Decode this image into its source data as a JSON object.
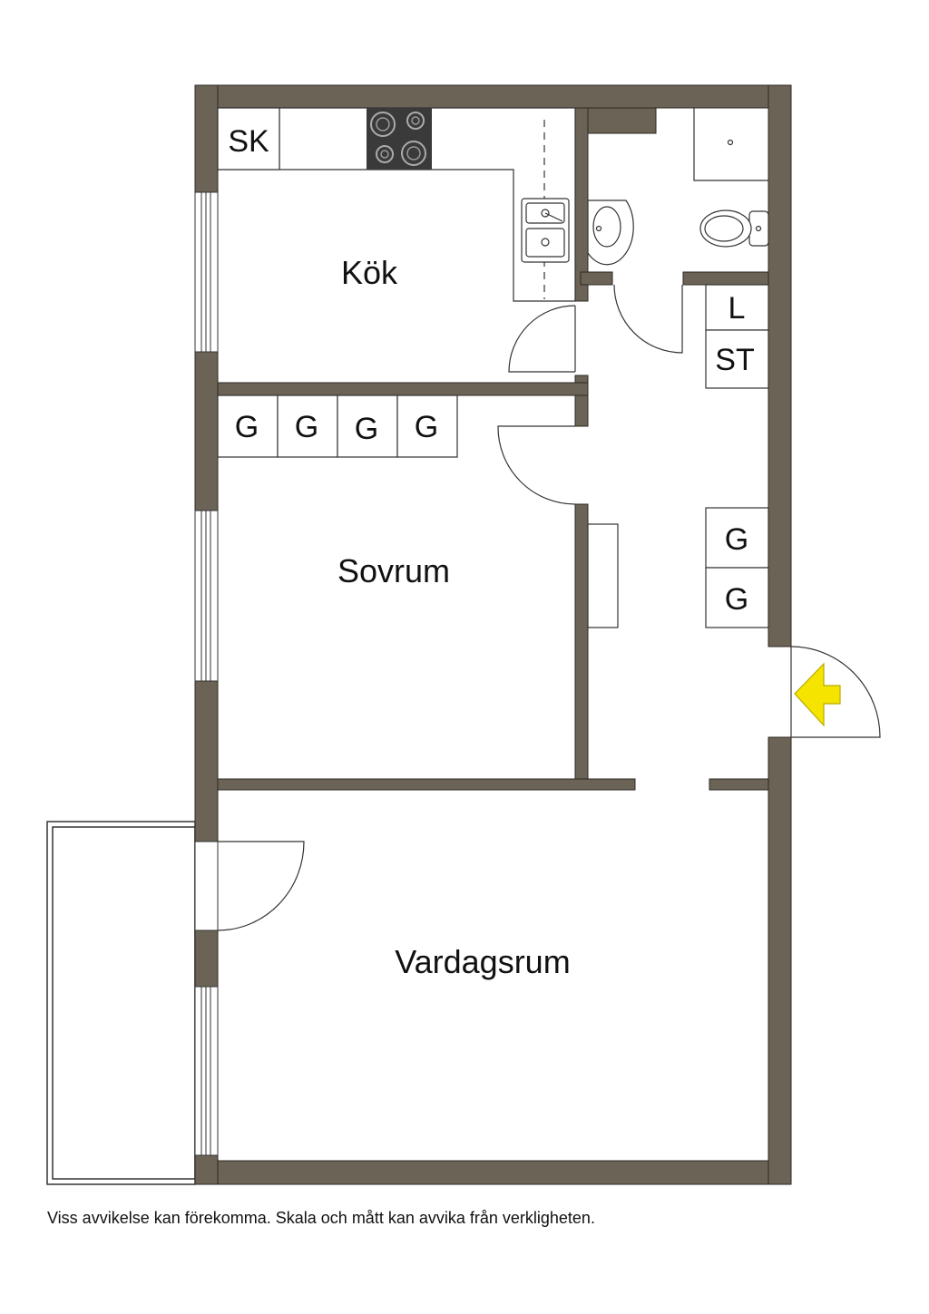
{
  "rooms": {
    "kitchen": "Kök",
    "bedroom": "Sovrum",
    "living": "Vardagsrum"
  },
  "fixtures": {
    "sk": "SK",
    "l": "L",
    "st": "ST",
    "g": "G"
  },
  "disclaimer": "Viss avvikelse kan förekomma. Skala och mått kan avvika från verkligheten.",
  "colors": {
    "wall": "#6b6355",
    "entrance_arrow": "#f5e400",
    "stove": "#3a3a3a"
  }
}
